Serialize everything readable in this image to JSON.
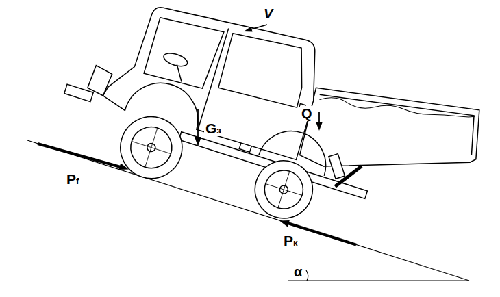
{
  "diagram": {
    "labels": [
      "V",
      "Gз",
      "Q",
      "Pf",
      "Pк",
      "α"
    ]
  }
}
